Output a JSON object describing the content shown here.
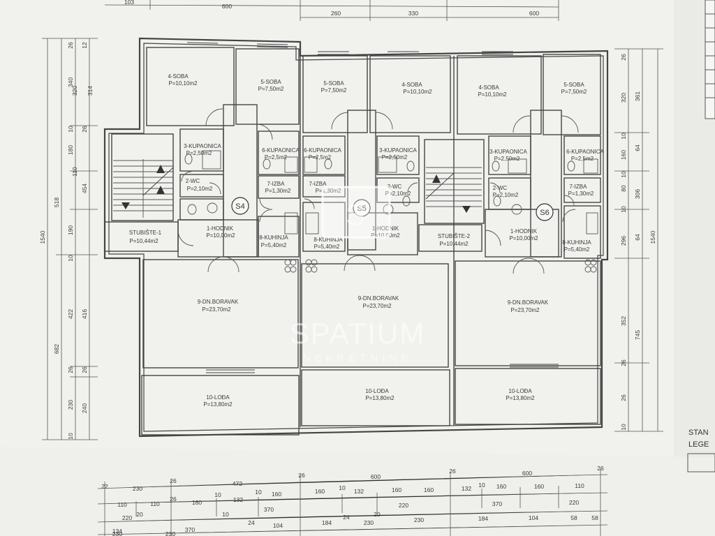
{
  "watermark": {
    "brand": "SPATIUM",
    "tagline": "NEKRETNINE",
    "logo_letter": "S"
  },
  "legend": {
    "line1": "STAN",
    "line2": "LEGE"
  },
  "units": [
    {
      "label": "S4"
    },
    {
      "label": "S5"
    },
    {
      "label": "S6"
    }
  ],
  "stairs": [
    {
      "name": "STUBIŠTE-1",
      "area": "P=10,44m2"
    },
    {
      "name": "STUBIŠTE-2",
      "area": "P=10,44m2"
    }
  ],
  "rooms": {
    "s4_soba4": {
      "name": "4-SOBA",
      "area": "P=10,10m2"
    },
    "s4_soba5": {
      "name": "5-SOBA",
      "area": "P=7,50m2"
    },
    "s4_kup3": {
      "name": "3-KUPAONICA",
      "area": "P=2,50m2"
    },
    "s4_kup6": {
      "name": "6-KUPAONICA",
      "area": "P=2,5m2"
    },
    "s4_wc": {
      "name": "2-WC",
      "area": "P=2,10m2"
    },
    "s4_izba": {
      "name": "7-IZBA",
      "area": "P=1,30m2"
    },
    "s4_hodnik": {
      "name": "1-HODNIK",
      "area": "P=10,00m2"
    },
    "s4_kuhinja": {
      "name": "8-KUHINJA",
      "area": "P=5,40m2"
    },
    "s4_boravak": {
      "name": "9-DN.BORAVAK",
      "area": "P=23,70m2"
    },
    "s4_loda": {
      "name": "10-LOĐA",
      "area": "P=13,80m2"
    },
    "s5_soba5": {
      "name": "5-SOBA",
      "area": "P=7,50m2"
    },
    "s5_soba4": {
      "name": "4-SOBA",
      "area": "P=10,10m2"
    },
    "s5_kup6": {
      "name": "6-KUPAONICA",
      "area": "P=2,5m2"
    },
    "s5_kup3": {
      "name": "3-KUPAONICA",
      "area": "P=2,50m2"
    },
    "s5_izba": {
      "name": "7-IZBA",
      "area": "P=1,30m2"
    },
    "s5_wc": {
      "name": "2-WC",
      "area": "P=2,10m2"
    },
    "s5_kuhinja": {
      "name": "8-KUHINJA",
      "area": "P=5,40m2"
    },
    "s5_hodnik": {
      "name": "1-HODNIK",
      "area": "P=10,00m2"
    },
    "s5_boravak": {
      "name": "9-DN.BORAVAK",
      "area": "P=23,70m2"
    },
    "s5_loda": {
      "name": "10-LOĐA",
      "area": "P=13,80m2"
    },
    "s6_soba4": {
      "name": "4-SOBA",
      "area": "P=10,10m2"
    },
    "s6_soba5": {
      "name": "5-SOBA",
      "area": "P=7,50m2"
    },
    "s6_kup3": {
      "name": "3-KUPAONICA",
      "area": "P=2,50m2"
    },
    "s6_kup6": {
      "name": "6-KUPAONICA",
      "area": "P=2,5m2"
    },
    "s6_wc": {
      "name": "2-WC",
      "area": "P=2,10m2"
    },
    "s6_izba": {
      "name": "7-IZBA",
      "area": "P=1,30m2"
    },
    "s6_hodnik": {
      "name": "1-HODNIK",
      "area": "P=10,00m2"
    },
    "s6_kuhinja": {
      "name": "8-KUHINJA",
      "area": "P=5,40m2"
    },
    "s6_boravak": {
      "name": "9-DN.BORAVAK",
      "area": "P=23,70m2"
    },
    "s6_loda": {
      "name": "10-LOĐA",
      "area": "P=13,80m2"
    }
  },
  "dims_top": [
    "103",
    "600",
    "260",
    "330",
    "600"
  ],
  "dims_left_outer": [
    "1540"
  ],
  "dims_left_mid": [
    "518",
    "682"
  ],
  "dims_left_inner": [
    "340",
    "180",
    "190",
    "422",
    "230",
    "320",
    "110",
    "454",
    "416",
    "240",
    "314"
  ],
  "dims_left_small": [
    "26",
    "10",
    "12",
    "26",
    "10",
    "26",
    "26",
    "10"
  ],
  "dims_right_inner": [
    "320",
    "160",
    "80",
    "296",
    "352",
    "361",
    "64",
    "306",
    "64",
    "745",
    "1540"
  ],
  "dims_right_small": [
    "26",
    "10",
    "10",
    "10",
    "26",
    "26",
    "10"
  ],
  "dims_bottom_row1": [
    "230",
    "472",
    "600",
    "600"
  ],
  "dims_bottom_row2": [
    "110",
    "110",
    "160",
    "132",
    "160",
    "160",
    "132",
    "160",
    "160",
    "132",
    "160",
    "160",
    "110"
  ],
  "dims_bottom_row3": [
    "220",
    "10",
    "370",
    "220",
    "370",
    "220"
  ],
  "dims_bottom_row4": [
    "134",
    "370",
    "104",
    "184",
    "230",
    "230",
    "184",
    "104",
    "58",
    "58"
  ],
  "dims_bottom_row5": [
    "230",
    "230"
  ],
  "dims_bottom_small": [
    "22",
    "26",
    "26",
    "26",
    "26",
    "26",
    "10",
    "10",
    "10",
    "10",
    "24",
    "24",
    "20",
    "20"
  ],
  "colors": {
    "paper": "#f3f3f1",
    "line": "#4a4a4a",
    "table": "#f8f8f6",
    "shadow": "#cfcfcb"
  }
}
